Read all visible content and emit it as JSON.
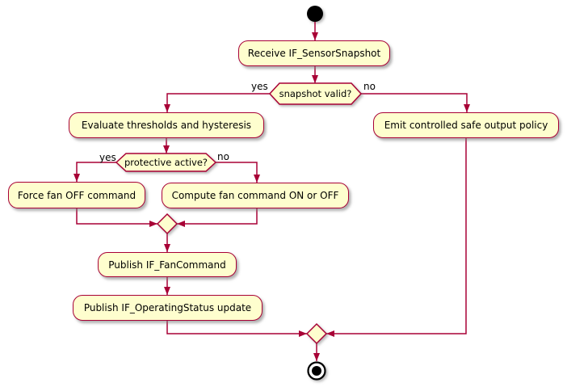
{
  "diagram": {
    "type": "activity-flowchart",
    "colors": {
      "node_fill": "#FEFECE",
      "node_border": "#A80036",
      "edge": "#A80036",
      "text": "#000000",
      "background": "#FFFFFF"
    },
    "activities": {
      "receive": "Receive IF_SensorSnapshot",
      "evaluate": "Evaluate thresholds and hysteresis",
      "emit_safe": "Emit controlled safe output policy",
      "force_off": "Force fan OFF command",
      "compute": "Compute fan command ON or OFF",
      "publish_fan": "Publish IF_FanCommand",
      "publish_status": "Publish IF_OperatingStatus update"
    },
    "decisions": {
      "snapshot_valid": {
        "question": "snapshot valid?",
        "yes_label": "yes",
        "no_label": "no"
      },
      "protective_active": {
        "question": "protective active?",
        "yes_label": "yes",
        "no_label": "no"
      }
    }
  }
}
